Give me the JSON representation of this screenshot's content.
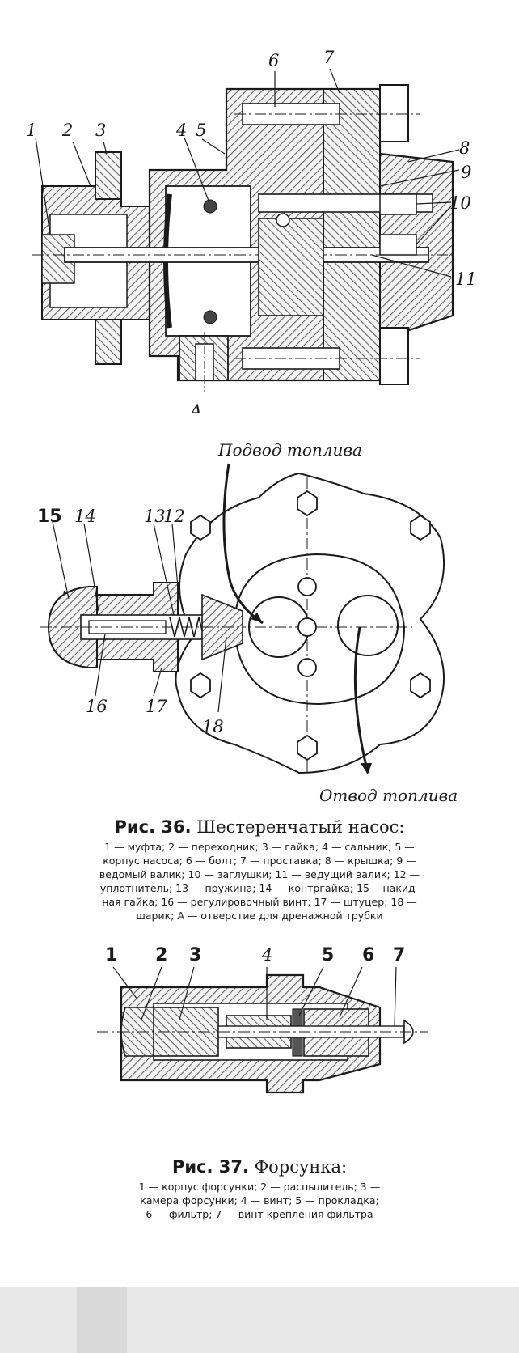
{
  "fig36": {
    "number": "Рис. 36.",
    "title": "Шестеренчатый насос:",
    "top_labels": [
      "1",
      "2",
      "3",
      "4",
      "5",
      "6",
      "7",
      "8",
      "9",
      "10",
      "11",
      "A"
    ],
    "bottom_labels": [
      "15",
      "14",
      "13",
      "12",
      "16",
      "17",
      "18"
    ],
    "flow_in": "Подвод топлива",
    "flow_out": "Отвод топлива",
    "legend_lines": [
      "1 — муфта; 2 — переходник; 3 — гайка; 4 — сальник; 5 —",
      "корпус насоса; 6 — болт; 7 — проставка; 8 — крышка; 9 —",
      "ведомый валик; 10 — заглушки; 11 — ведущий валик; 12 —",
      "уплотнитель; 13 — пружина; 14 — контргайка; 15— накид-",
      "ная гайка; 16 — регулировочный винт; 17 — штуцер; 18 —",
      "шарик; А — отверстие для дренажной трубки"
    ]
  },
  "fig37": {
    "number": "Рис. 37.",
    "title": "Форсунка:",
    "labels": [
      "1",
      "2",
      "3",
      "4",
      "5",
      "6",
      "7"
    ],
    "legend_lines": [
      "1 — корпус форсунки; 2 — распылитель; 3 —",
      "камера форсунки; 4 — винт; 5 — прокладка;",
      "6 — фильтр; 7 — винт крепления фильтра"
    ]
  }
}
